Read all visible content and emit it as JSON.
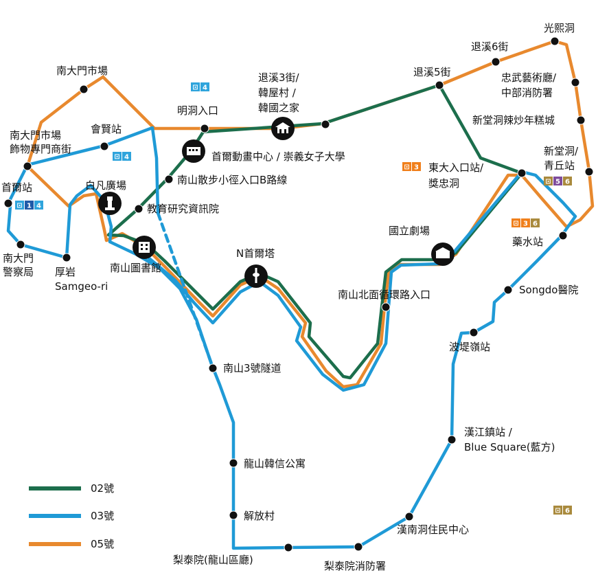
{
  "colors": {
    "route_02": "#1c6e4c",
    "route_03": "#1f9ad6",
    "route_05": "#e8892e",
    "line1": "#1f5aa8",
    "line3": "#f07f1b",
    "line4": "#2fa4dc",
    "line5": "#7e4c9c",
    "line6": "#a98a3d"
  },
  "legend": [
    {
      "label": "02號",
      "color": "#1c6e4c"
    },
    {
      "label": "03號",
      "color": "#1f9ad6"
    },
    {
      "label": "05號",
      "color": "#e8892e"
    }
  ],
  "stops": {
    "namdaemun_market": "南大門市場",
    "namdaemun_accessory_1": "南大門市場",
    "namdaemun_accessory_2": "飾物專門商街",
    "hoehyeon": "會賢站",
    "seoul_station": "首爾站",
    "namdaemun_police_1": "南大門",
    "namdaemun_police_2": "警察局",
    "huam_1": "厚岩",
    "huam_2": "Samgeo-ri",
    "baekbeom": "白凡廣場",
    "myeongdong": "明洞入口",
    "toegye3_1": "退溪3街/",
    "toegye3_2": "韓屋村 /",
    "toegye3_3": "韓國之家",
    "animation_center": "首爾動畫中心 / 崇義女子大學",
    "namsan_trail": "南山散步小徑入口B路線",
    "education_center": "教育研究資訊院",
    "namsan_library": "南山圖書館",
    "n_tower": "N首爾塔",
    "tunnel3": "南山3號隧道",
    "yongsan_apt": "龍山韓信公寓",
    "haebangchon": "解放村",
    "itaewon_office": "梨泰院(龍山區廳)",
    "itaewon_fire": "梨泰院消防署",
    "hannam_center": "漢南洞住民中心",
    "hangang_1": "漢江鎮站 /",
    "hangang_2": "Blue Square(藍方)",
    "beotigogae": "波堤嶺站",
    "songdo": "Songdo醫院",
    "yaksu": "藥水站",
    "national_theater": "國立劇場",
    "namsan_bukmyeon": "南山北面循環路入口",
    "dongguk_1": "東大入口站/",
    "dongguk_2": "獎忠洞",
    "toegye5": "退溪5街",
    "toegye6": "退溪6街",
    "gwanghui": "光熙洞",
    "chungmu_1": "忠武藝術廳/",
    "chungmu_2": "中部消防署",
    "tteokbokki": "新堂洞辣炒年糕城",
    "sindang_1": "新堂洞/",
    "sindang_2": "青丘站"
  },
  "badges": {
    "myeongdong": [
      "4"
    ],
    "hoehyeon": [
      "4"
    ],
    "seoul": [
      "1",
      "4"
    ],
    "dongguk": [
      "3"
    ],
    "sindang": [
      "5",
      "6"
    ],
    "yaksu": [
      "3",
      "6"
    ],
    "hannam": [
      "6"
    ]
  },
  "icons": {
    "baekbeom": "statue-icon",
    "toegye3": "hanok-icon",
    "animation": "building-icon",
    "library": "library-icon",
    "tower": "tower-icon",
    "theater": "theater-icon"
  }
}
